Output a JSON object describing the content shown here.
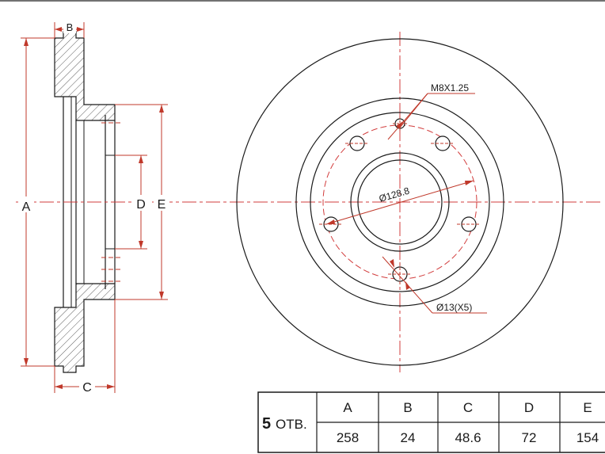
{
  "labels": {
    "A": "A",
    "B": "B",
    "C": "C",
    "D": "D",
    "E": "E",
    "thread": "M8X1.25",
    "pcd": "Ø128.8",
    "hole": "Ø13(X5)"
  },
  "table": {
    "holes_count": "5",
    "holes_unit": "ОТВ.",
    "headers": [
      "A",
      "B",
      "C",
      "D",
      "E"
    ],
    "values": [
      "258",
      "24",
      "48.6",
      "72",
      "154"
    ]
  },
  "colors": {
    "line": "#1a1a1a",
    "dimension": "#c0392b",
    "centerline": "#d23c3c"
  }
}
